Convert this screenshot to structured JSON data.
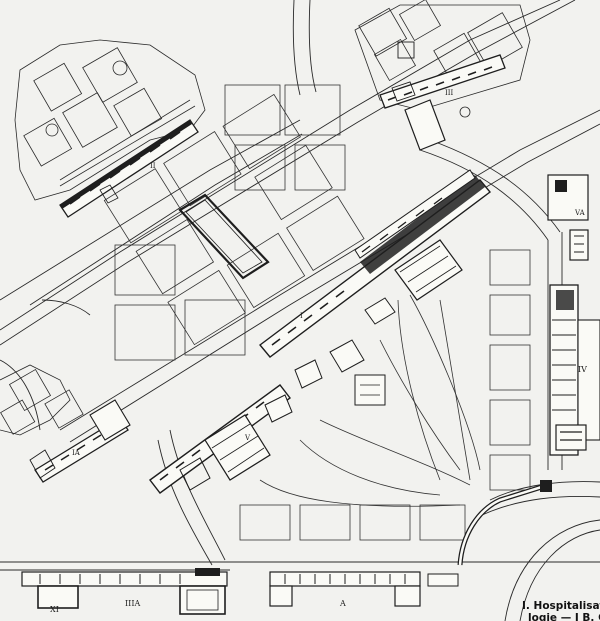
{
  "labels": {
    "building_ii": "II",
    "building_iii": "III",
    "building_i": "I",
    "building_v": "V",
    "building_ia": "IA",
    "building_xi": "XI",
    "building_iiia": "IIIA",
    "building_a": "A",
    "building_iv": "IV",
    "building_va": "VA"
  },
  "caption": {
    "line1": "I. Hospitalisation",
    "line2": "logie — I B. Co"
  },
  "colors": {
    "paper": "#f2f2ef",
    "ink": "#1e1e1e"
  }
}
